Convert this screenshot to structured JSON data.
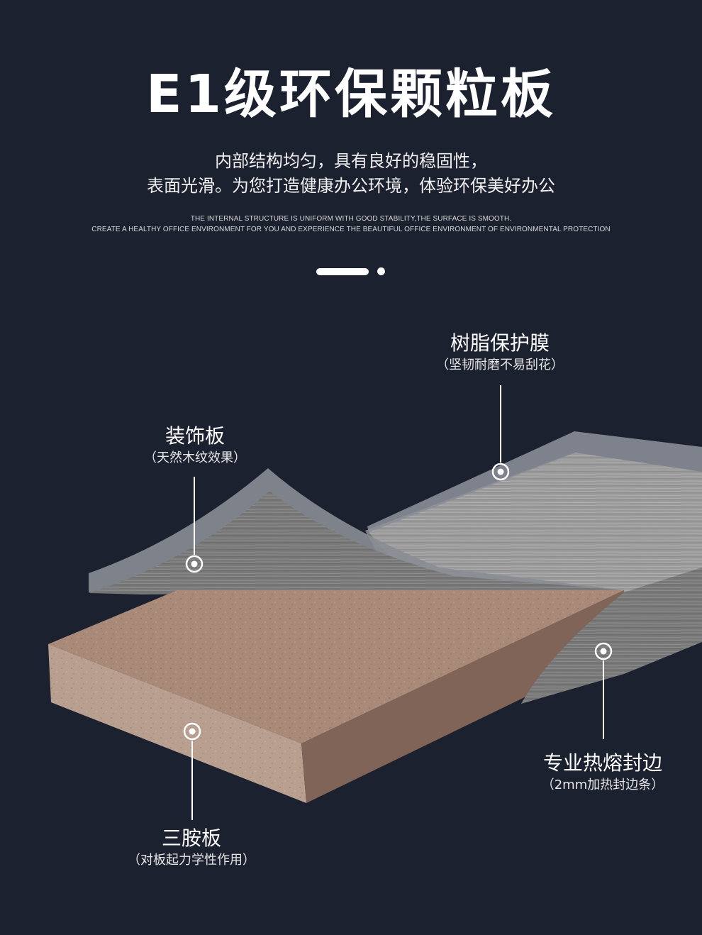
{
  "header": {
    "title": "E1级环保颗粒板",
    "subtitle_line1": "内部结构均匀，具有良好的稳固性，",
    "subtitle_line2": "表面光滑。为您打造健康办公环境，体验环保美好办公",
    "english_line1": "THE INTERNAL STRUCTURE IS UNIFORM WITH GOOD STABILITY,THE SURFACE IS SMOOTH.",
    "english_line2": "CREATE A HEALTHY OFFICE ENVIRONMENT FOR YOU AND EXPERIENCE THE BEAUTIFUL OFFICE ENVIRONMENT OF ENVIRONMENTAL PROTECTION"
  },
  "pagination": {
    "active_index": 0,
    "count": 2
  },
  "layers": {
    "resin_film": {
      "name": "树脂保护膜",
      "desc": "（坚韧耐磨不易刮花）"
    },
    "decor_board": {
      "name": "装饰板",
      "desc": "（天然木纹效果）"
    },
    "edge_banding": {
      "name": "专业热熔封边",
      "desc": "（2mm加热封边条）"
    },
    "core_board": {
      "name": "三胺板",
      "desc": "（对板起力学性作用）"
    }
  },
  "colors": {
    "background": "#1c2130",
    "core_top": "#a98a78",
    "core_front": "#b59b8a",
    "core_side": "#7f6457",
    "wood_gray": "#7a7a7a",
    "film_gray": "#8a8d95"
  }
}
